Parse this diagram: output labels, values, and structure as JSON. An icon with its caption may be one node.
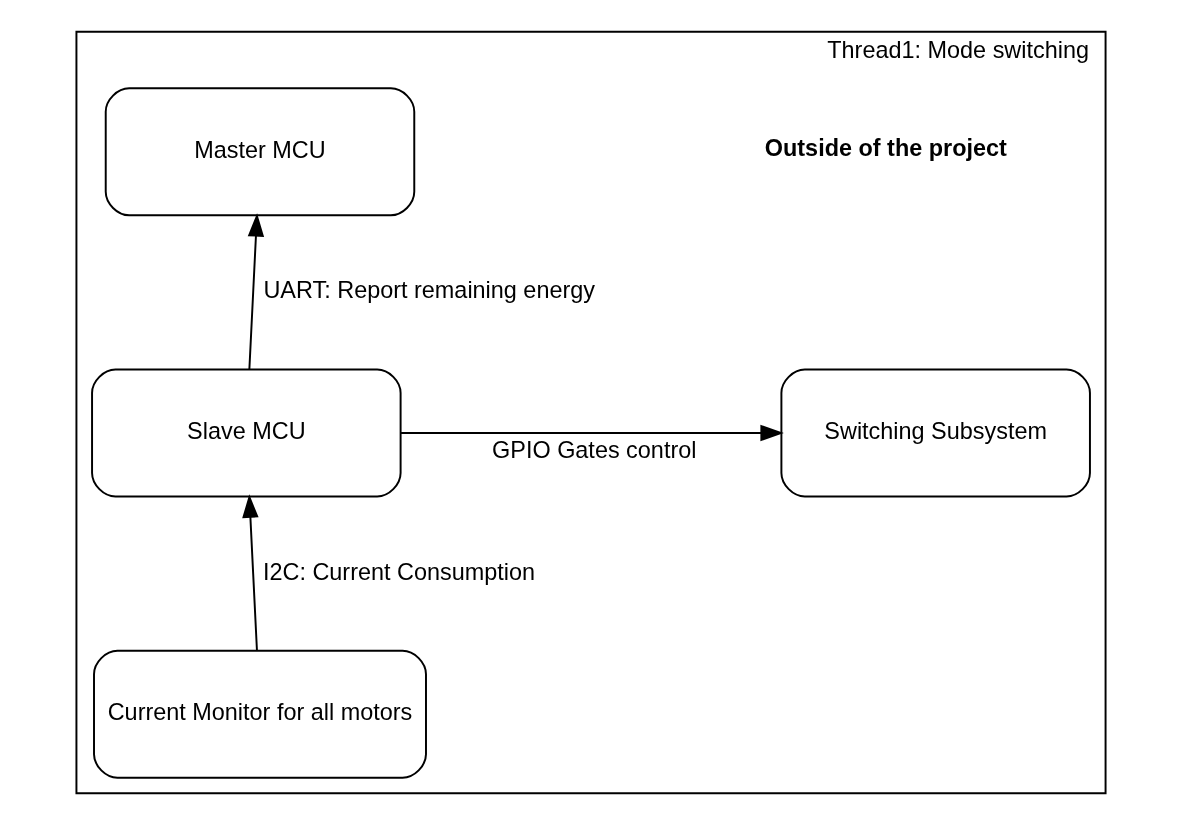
{
  "diagram": {
    "nodes": [
      {
        "text": [
          "Thread1: Mode switching"
        ]
      },
      {
        "text": [
          "Master MCU"
        ],
        "in": 0
      },
      {
        "text": [
          "Slave MCU"
        ],
        "in": 0
      },
      {
        "text": [
          "Switching Subsystem"
        ],
        "in": 0
      },
      {
        "text": [
          "Current Monitor for all motors"
        ],
        "in": 0
      }
    ],
    "edges": [
      {
        "from": 2,
        "to": 1,
        "arrow": "to",
        "label": "UART: Report remaining energy"
      },
      {
        "from": 2,
        "to": 3,
        "arrow": "to",
        "label": "GPIO Gates control"
      },
      {
        "from": 4,
        "to": 2,
        "arrow": "to",
        "label": "I2C: Current Consumption"
      }
    ],
    "labels": [
      "Outside of the project"
    ]
  }
}
